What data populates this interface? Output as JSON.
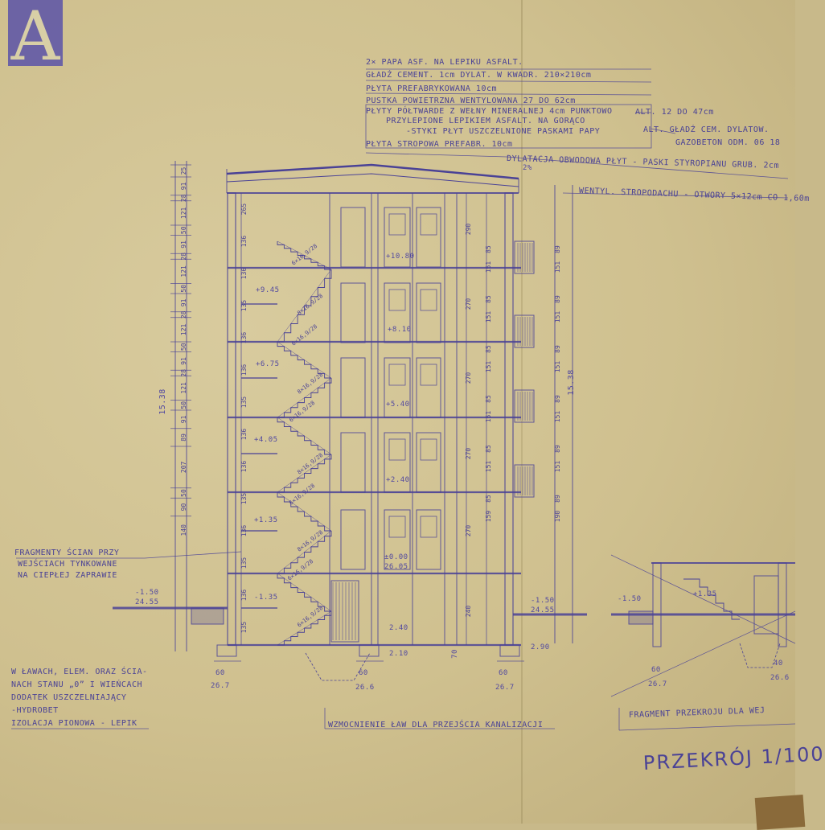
{
  "drawing": {
    "logo_letter": "A",
    "title": "PRZEKRÓJ 1/100",
    "roof_layers": [
      "2× PAPA ASF. NA LEPIKU ASFALT.",
      "GŁADŹ CEMENT. 1cm DYLAT. W KWADR. 210×210cm",
      "PŁYTA PREFABRYKOWANA 10cm",
      "PUSTKA POWIETRZNA WENTYLOWANA 27 DO 62cm",
      "PŁYTY PÓŁTWARDE Z WEŁNY MINERALNEJ 4cm PUNKTOWO",
      "PRZYLEPIONE LEPIKIEM ASFALT. NA GORĄCO",
      "-STYKI PŁYT USZCZELNIONE PASKAMI PAPY",
      "PŁYTA STROPOWA PREFABR. 10cm"
    ],
    "alt_note_1": "ALT. 12 DO 47cm",
    "alt_note_2": "ALT. GŁADŹ CEM. DYLATOW.",
    "alt_note_3": "GAZOBETON ODM. 06 18",
    "dilatation_note": "DYLATACJA OBWODOWA PŁYT - PASKI STYROPIANU GRUB. 2cm",
    "vent_note": "WENTYL. STROPODACHU - OTWORY 5×12cm CO 1,60m",
    "wall_fragment_note": [
      "FRAGMENTY ŚCIAN PRZY",
      "WEJŚCIACH TYNKOWANE",
      "NA CIEPŁEJ ZAPRAWIE"
    ],
    "foundation_note": [
      "W ŁAWACH, ELEM. ORAZ ŚCIA-",
      "NACH STANU „0” I WIEŃCACH",
      "DODATEK USZCZELNIAJĄCY",
      "-HYDROBET",
      "IZOLACJA PIONOWA - LEPIK"
    ],
    "reinforcement_note": "WZMOCNIENIE ŁAW DLA PRZEJŚCIA KANALIZACJI",
    "fragment_note": "FRAGMENT PRZEKROJU DLA WEJ",
    "levels": [
      "+10.80",
      "+8.10",
      "+5.40",
      "+2.40",
      "±0.00"
    ],
    "landing_levels": [
      "+9.45",
      "+6.75",
      "+4.05",
      "+1.35",
      "-1.35"
    ],
    "ground_left": "-1.50",
    "ground_left_alt": "24.55",
    "ground_right": "-1.50",
    "ground_right_alt": "24.55",
    "floor_ref": "26.05",
    "total_height_left": "15.38",
    "total_height_right": "15.38",
    "left_dims": [
      "25",
      "91",
      "28",
      "121",
      "50",
      "91",
      "28",
      "121",
      "50",
      "91",
      "28",
      "121",
      "50",
      "91",
      "28",
      "121",
      "50",
      "91",
      "89",
      "207",
      "50",
      "90",
      "140"
    ],
    "inner_left_dims": [
      "265",
      "136",
      "136",
      "135",
      "136",
      "136",
      "135",
      "136",
      "136",
      "135",
      "136",
      "135",
      "136",
      "135"
    ],
    "room_heights": [
      "290",
      "270",
      "270",
      "270",
      "270",
      "240"
    ],
    "right_dims": [
      "85",
      "151",
      "85",
      "151",
      "85",
      "151",
      "85",
      "151",
      "85",
      "151",
      "85",
      "159"
    ],
    "outer_right_dims": [
      "89",
      "151",
      "89",
      "151",
      "89",
      "151",
      "89",
      "151",
      "89",
      "151",
      "89",
      "190"
    ],
    "stair_labels": [
      "6×16,9/28",
      "8×16,9/28",
      "6×16,9/28",
      "8×16,9/28",
      "6×16,9/28",
      "8×16,9/28",
      "6×16,9/28",
      "8×16,9/28",
      "6×16,9/28",
      "6×16,9/28"
    ],
    "base_dims": [
      "2.40",
      "2.10",
      "2.90",
      "70"
    ],
    "footing_labels": [
      "60",
      "26.7",
      "60",
      "26.6",
      "60",
      "26.7",
      "60",
      "26.7",
      "40",
      "26.6"
    ],
    "roof_slope": "2%"
  },
  "colors": {
    "ink": "#4a4296",
    "paper": "#d6c99b"
  }
}
